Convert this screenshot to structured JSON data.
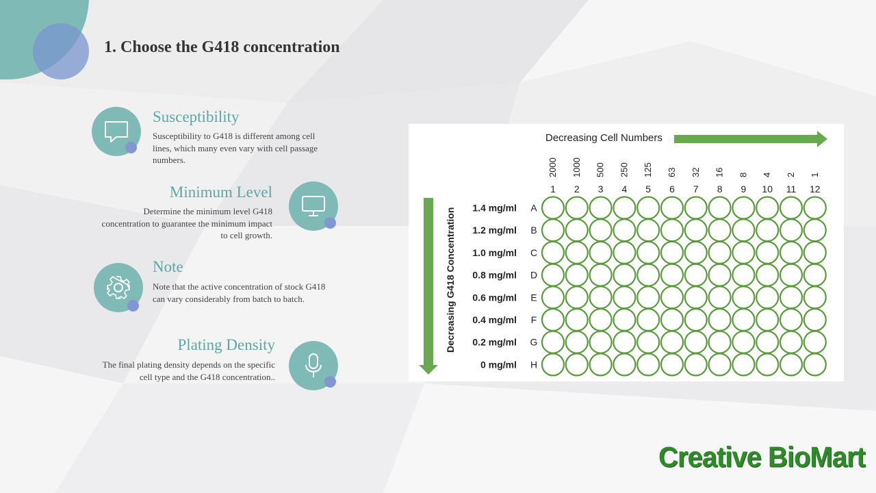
{
  "slide": {
    "title": "1. Choose the G418 concentration"
  },
  "features": [
    {
      "title": "Susceptibility",
      "text": "Susceptibility to G418 is different among cell lines, which many even vary with cell passage numbers.",
      "icon": "speech-bubble-icon"
    },
    {
      "title": "Minimum Level",
      "text": "Determine the minimum level G418 concentration to guarantee the minimum impact to cell growth.",
      "icon": "monitor-icon"
    },
    {
      "title": "Note",
      "text": "Note that the active concentration of stock G418 can vary considerably from batch to batch.",
      "icon": "gear-icon"
    },
    {
      "title": "Plating Density",
      "text": "The final plating density depends on the specific cell type and the G418 concentration..",
      "icon": "microphone-icon"
    }
  ],
  "plate": {
    "top_label": "Decreasing Cell Numbers",
    "side_label": "Decreasing G418 Concentration",
    "cell_numbers": [
      "2000",
      "1000",
      "500",
      "250",
      "125",
      "63",
      "32",
      "16",
      "8",
      "4",
      "2",
      "1"
    ],
    "columns": [
      "1",
      "2",
      "3",
      "4",
      "5",
      "6",
      "7",
      "8",
      "9",
      "10",
      "11",
      "12"
    ],
    "rows": [
      "A",
      "B",
      "C",
      "D",
      "E",
      "F",
      "G",
      "H"
    ],
    "concentrations": [
      "1.4 mg/ml",
      "1.2 mg/ml",
      "1.0 mg/ml",
      "0.8 mg/ml",
      "0.6 mg/ml",
      "0.4 mg/ml",
      "0.2 mg/ml",
      "0 mg/ml"
    ],
    "well_color": "#5a9a3c",
    "arrow_color": "#6aa84f"
  },
  "logo": {
    "text": "Creative BioMart",
    "reg": "®"
  }
}
